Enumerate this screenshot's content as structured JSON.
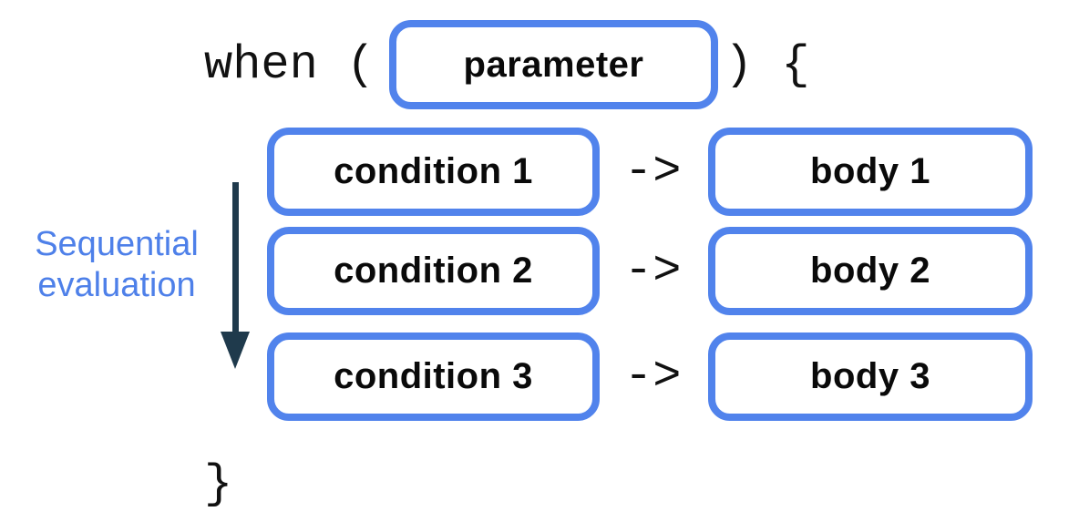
{
  "diagram": {
    "code": {
      "open": "when (",
      "close": ") {",
      "end": "}"
    },
    "parameter": "parameter",
    "rows": [
      {
        "condition": "condition 1",
        "operator": "->",
        "body": "body 1"
      },
      {
        "condition": "condition 2",
        "operator": "->",
        "body": "body 2"
      },
      {
        "condition": "condition 3",
        "operator": "->",
        "body": "body 3"
      }
    ],
    "annotation": {
      "line1": "Sequential",
      "line2": "evaluation"
    },
    "colors": {
      "box_border": "#5183ec",
      "annotation_text": "#4e80e9",
      "flow_arrow": "#1f3a4c",
      "code_text": "#111111",
      "label_text": "#0a0a0a",
      "background": "#ffffff"
    }
  }
}
